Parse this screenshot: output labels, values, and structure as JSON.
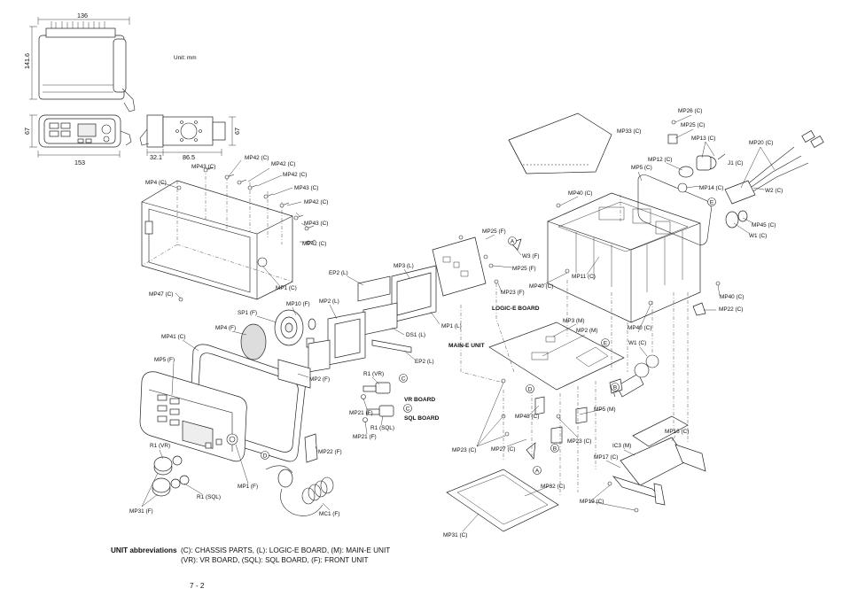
{
  "dimensions": {
    "width_top": "136",
    "height_side": "141.6",
    "depth_front": "67",
    "width_front": "153",
    "depth_side": "67",
    "side_a": "32.1",
    "side_b": "86.5"
  },
  "unit_note": "Unit: mm",
  "left_labels": {
    "mp42_1": "MP42 (C)",
    "mp43_1": "MP43 (C)",
    "mp42_2": "MP42 (C)",
    "mp42_3": "MP42 (C)",
    "mp43_2": "MP43 (C)",
    "mp42_4": "MP42 (C)",
    "mp43_3": "MP43 (C)",
    "mp42_5": "MP42 (C)",
    "mp4c": "MP4 (C)",
    "mp47": "MP47 (C)",
    "mp1c": "MP1 (C)",
    "sp1": "SP1 (F)",
    "mp10": "MP10 (F)",
    "mp2l": "MP2 (L)",
    "ep2l_top": "EP2 (L)",
    "mp3l": "MP3 (L)",
    "mp1l": "MP1 (L)",
    "mp4f": "MP4 (F)",
    "mp41": "MP41 (C)",
    "ds1": "DS1 (L)",
    "ep2l_bot": "EP2 (L)",
    "mp5f": "MP5 (F)",
    "mp2f": "MP2 (F)",
    "r1vr_board": "R1 (VR)",
    "mp21_top": "MP21 (F)",
    "r1sql_board": "R1 (SQL)",
    "mp21_bot": "MP21 (F)",
    "r1vr": "R1 (VR)",
    "mp22f": "MP22 (F)",
    "mp1f": "MP1 (F)",
    "r1sql": "R1 (SQL)",
    "mp31f": "MP31 (F)",
    "mc1": "MC1 (F)"
  },
  "board_labels": {
    "logic_e": "LOGIC-E BOARD",
    "vr": "VR BOARD",
    "sql": "SQL BOARD",
    "main_e": "MAIN-E UNIT"
  },
  "right_labels": {
    "mp26": "MP26 (C)",
    "mp25c": "MP25 (C)",
    "mp33": "MP33 (C)",
    "mp13": "MP13 (C)",
    "mp20": "MP20 (C)",
    "mp12": "MP12 (C)",
    "j1": "J1 (C)",
    "mp5c": "MP5 (C)",
    "mp14": "MP14 (C)",
    "w2": "W2 (C)",
    "mp40_1": "MP40 (C)",
    "mp45": "MP45 (C)",
    "w1_top": "W1 (C)",
    "mp25f_1": "MP25 (F)",
    "w3": "W3 (F)",
    "mp25f_2": "MP25 (F)",
    "mp40_2": "MP40 (C)",
    "mp11": "MP11 (C)",
    "mp23f": "MP23 (F)",
    "mp40_3": "MP40 (C)",
    "mp22c": "MP22 (C)",
    "mp3m": "MP3 (M)",
    "mp2m": "MP2 (M)",
    "mp40_4": "MP40 (C)",
    "w1_bot": "W1 (C)",
    "mp48": "MP48 (C)",
    "mp5m": "MP5 (M)",
    "mp23c_1": "MP23 (C)",
    "mp27": "MP27 (C)",
    "mp23c_2": "MP23 (C)",
    "mp16": "MP16 (C)",
    "ic3": "IC3 (M)",
    "mp17": "MP17 (C)",
    "mp32": "MP32 (C)",
    "mp19": "MP19 (C)",
    "mp31c": "MP31 (C)"
  },
  "circle_letters": {
    "a1": "A",
    "e1": "E",
    "e2": "E",
    "b1": "B",
    "c1": "C",
    "c2": "C",
    "d1": "D",
    "d2": "D",
    "a2": "A",
    "b2": "B"
  },
  "footer": {
    "title": "UNIT abbreviations",
    "line1": "(C): CHASSIS PARTS, (L): LOGIC-E BOARD, (M): MAIN-E UNIT",
    "line2": "(VR): VR BOARD, (SQL): SQL BOARD, (F): FRONT UNIT",
    "page": "7 - 2"
  }
}
